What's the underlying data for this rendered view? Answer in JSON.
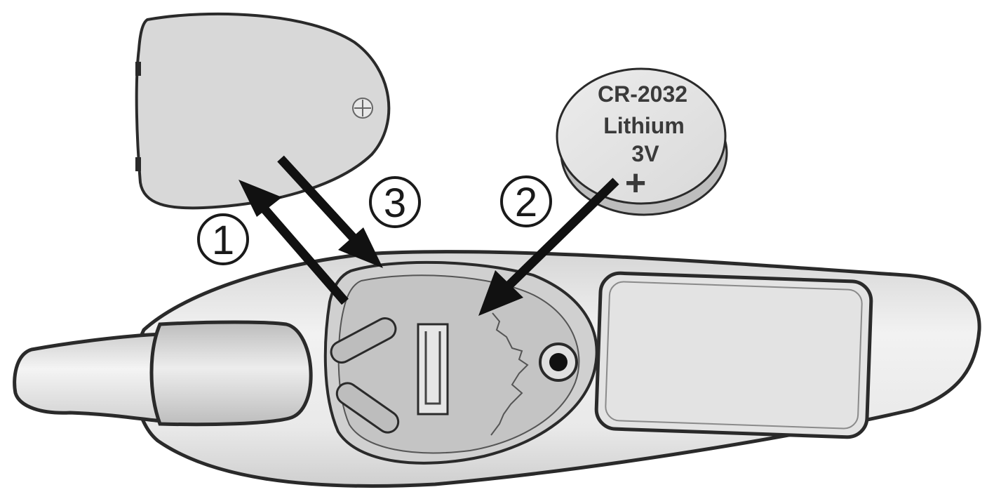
{
  "battery": {
    "model": "CR-2032",
    "chemistry": "Lithium",
    "voltage": "3V",
    "polarity": "+"
  },
  "steps": [
    {
      "number": "1"
    },
    {
      "number": "2"
    },
    {
      "number": "3"
    }
  ],
  "colors": {
    "body": "#e6e6e6",
    "compartment": "#c8c8c8",
    "lid": "#d8d8d8",
    "outline": "#2a2a2a",
    "arrow": "#111111"
  }
}
